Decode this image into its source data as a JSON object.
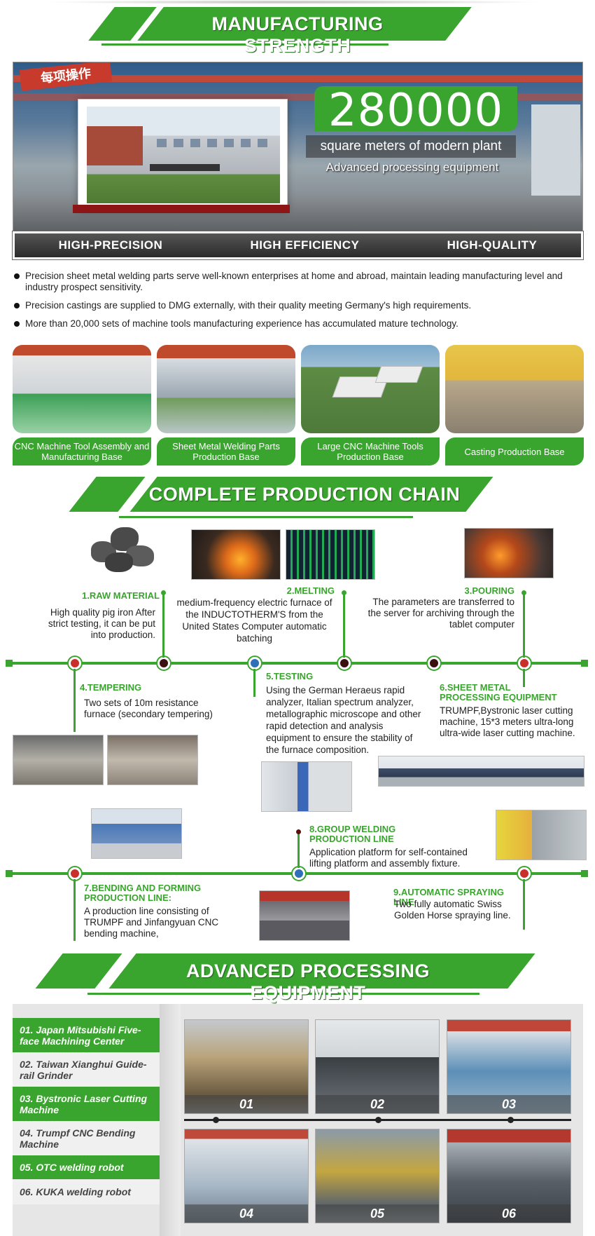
{
  "section1": {
    "title": "MANUFACTURING STRENGTH"
  },
  "hero": {
    "sign_text": "每项操作",
    "number": "280000",
    "subtitle": "square meters of modern plant",
    "subtitle2": "Advanced processing equipment"
  },
  "strengths": [
    "HIGH-PRECISION",
    "HIGH EFFICIENCY",
    "HIGH-QUALITY"
  ],
  "bullets": [
    "Precision sheet metal welding parts serve  well-known enterprises at home and abroad,  maintain leading manufacturing  level and industry prospect sensitivity.",
    "Precision castings are supplied to DMG  externally, with their quality meeting  Germany's high requirements.",
    "More than 20,000 sets of machine tools manufacturing experience has accumulated mature technology."
  ],
  "bases": [
    "CNC Machine Tool Assembly and Manufacturing Base",
    "Sheet Metal Welding Parts Production Base",
    "Large CNC Machine Tools Production Base",
    "Casting Production Base"
  ],
  "section2": {
    "title": "COMPLETE PRODUCTION CHAIN"
  },
  "chain": [
    {
      "title": "1.RAW MATERIAL",
      "text": "High quality pig iron After strict testing, it can be put into production."
    },
    {
      "title": "2.MELTING",
      "text": "medium-frequency electric furnace of the INDUCTOTHERM'S from the United States Computer automatic batching"
    },
    {
      "title": "3.POURING",
      "text": "The parameters are transferred to the server for archiving through the tablet computer"
    },
    {
      "title": "4.TEMPERING",
      "text": "Two sets of 10m resistance furnace (secondary tempering)"
    },
    {
      "title": "5.TESTING",
      "text": "Using the German Heraeus rapid analyzer, Italian spectrum analyzer, metallographic microscope and other rapid detection and analysis equipment to ensure the stability of the furnace composition."
    },
    {
      "title": "6.SHEET METAL PROCESSING EQUIPMENT",
      "text": "TRUMPF,Bystronic laser cutting machine, 15*3 meters ultra-long ultra-wide laser cutting machine."
    },
    {
      "title": "7.BENDING AND FORMING PRODUCTION LINE:",
      "text": "A production line consisting of TRUMPF and Jinfangyuan CNC bending machine,"
    },
    {
      "title": "8.GROUP WELDING PRODUCTION LINE",
      "text": "Application platform for self-contained lifting platform and assembly fixture."
    },
    {
      "title": "9.AUTOMATIC SPRAYING LINE",
      "text": "Two fully automatic Swiss Golden Horse spraying line."
    }
  ],
  "section3": {
    "title": "ADVANCED PROCESSING EQUIPMENT"
  },
  "equipment": [
    {
      "num": "01.",
      "name": "Japan Mitsubishi Five-face Machining Center"
    },
    {
      "num": "02.",
      "name": "Taiwan Xianghui Guide-rail Grinder"
    },
    {
      "num": "03.",
      "name": "Bystronic Laser Cutting Machine"
    },
    {
      "num": "04.",
      "name": "Trumpf CNC Bending Machine"
    },
    {
      "num": "05.",
      "name": "OTC welding robot"
    },
    {
      "num": "06.",
      "name": "KUKA welding robot"
    }
  ],
  "photo_numbers": [
    "01",
    "02",
    "03",
    "04",
    "05",
    "06"
  ],
  "colors": {
    "accent": "#3aa52e",
    "node_red": "#c9302c",
    "node_dark": "#3a1010",
    "node_blue": "#2f6fb8"
  }
}
